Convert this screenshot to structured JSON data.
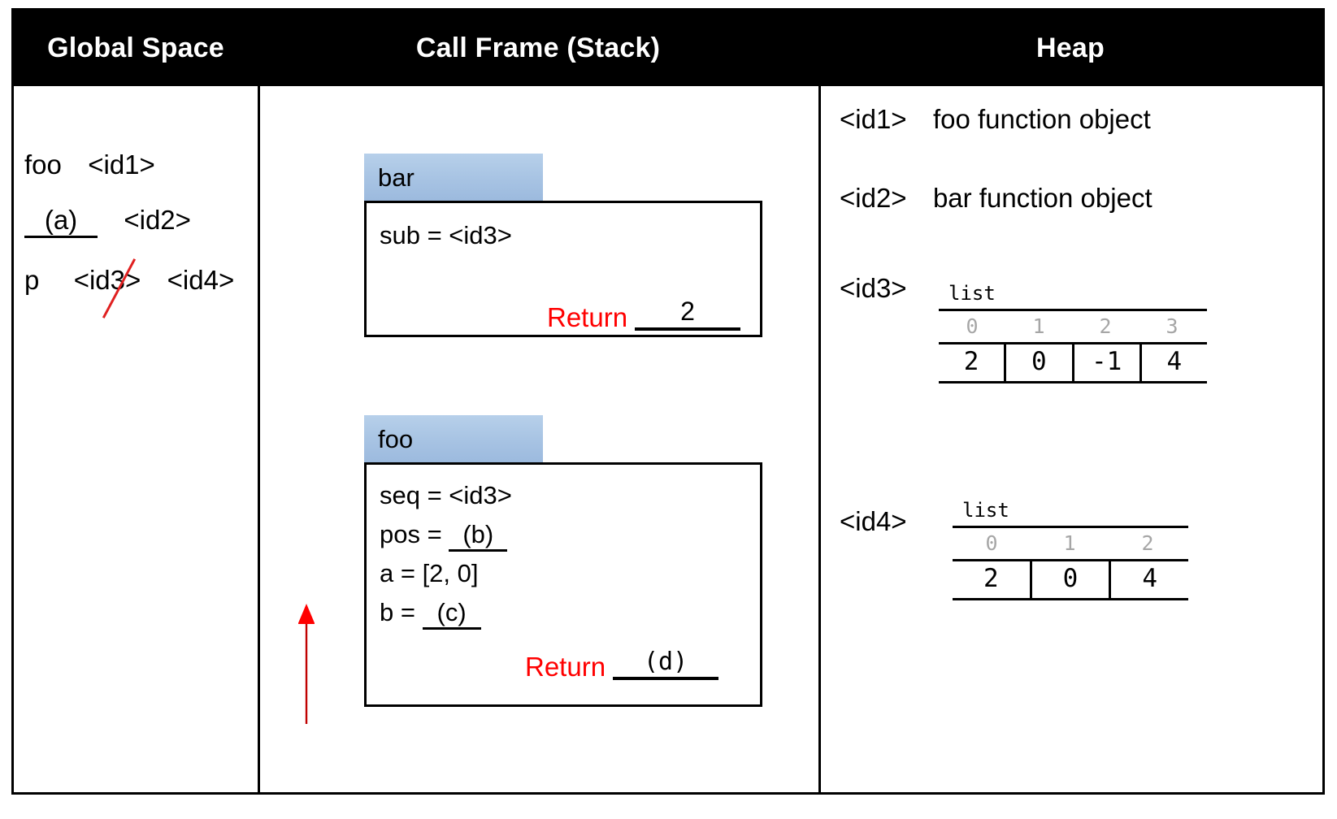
{
  "headers": {
    "global": "Global Space",
    "stack": "Call Frame (Stack)",
    "heap": "Heap"
  },
  "global_space": {
    "foo_name": "foo",
    "foo_id": "<id1>",
    "blank_a": "(a)",
    "blank_a_id": "<id2>",
    "p_name": "p",
    "p_id_struck": "<id3>",
    "p_id_current": "<id4>",
    "strike_color": "#e02020"
  },
  "stack": {
    "frames": [
      {
        "name": "bar",
        "vars": [
          {
            "text": "sub = <id3>"
          }
        ],
        "return_label": "Return",
        "return_value": "2"
      },
      {
        "name": "foo",
        "vars": [
          {
            "text": "seq = <id3>"
          },
          {
            "prefix": "pos = ",
            "blank": "(b)"
          },
          {
            "text": "a = [2, 0]"
          },
          {
            "prefix": "b = ",
            "blank": "(c)"
          }
        ],
        "return_label": "Return",
        "return_value": "(d)"
      }
    ],
    "arrow_color": "#ff0000",
    "tab_color": "#a7c3e3"
  },
  "heap": {
    "entries": [
      {
        "id": "<id1>",
        "desc": "foo function object"
      },
      {
        "id": "<id2>",
        "desc": "bar function object"
      },
      {
        "id": "<id3>",
        "desc": ""
      },
      {
        "id": "<id4>",
        "desc": ""
      }
    ],
    "objects": [
      {
        "ref": "<id3>",
        "type_label": "list",
        "indices": [
          "0",
          "1",
          "2",
          "3"
        ],
        "values": [
          "2",
          "0",
          "-1",
          "4"
        ]
      },
      {
        "ref": "<id4>",
        "type_label": "list",
        "indices": [
          "0",
          "1",
          "2"
        ],
        "values": [
          "2",
          "0",
          "4"
        ]
      }
    ],
    "index_color": "#a6a6a6"
  }
}
